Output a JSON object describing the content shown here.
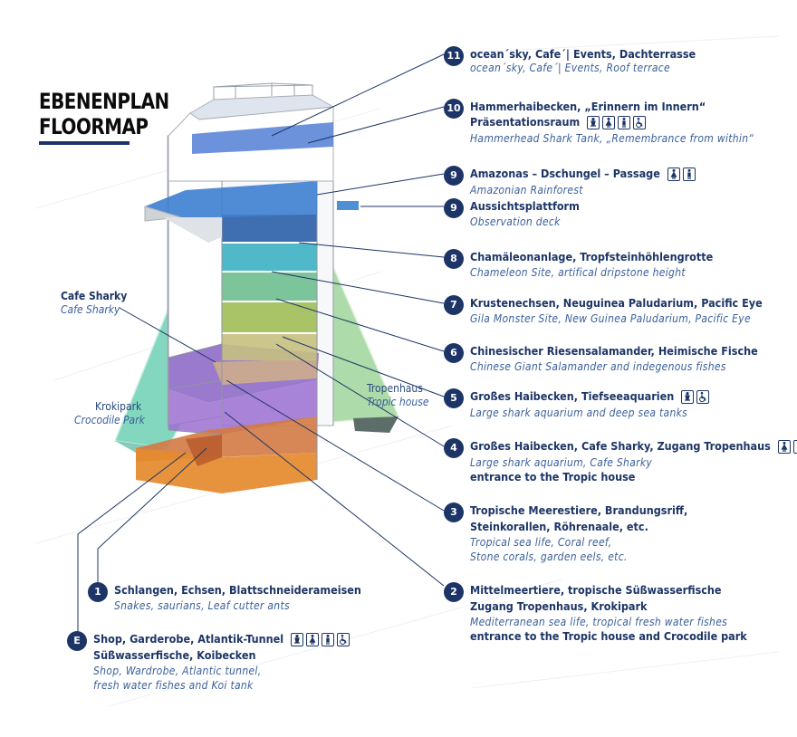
{
  "title": {
    "line1": "EBENENPLAN",
    "line2": "FLOORMAP"
  },
  "colors": {
    "navy": "#1d3566",
    "level_11": "#5b86d6",
    "level_9": "#3d7fd0",
    "level_8": "#4fb8c9",
    "level_7": "#7cc49a",
    "level_6": "#b6c765",
    "level_5": "#d0b087",
    "level_4": "#8f6cc8",
    "level_e": "#e58a2e",
    "crocodile_park": "#6dd0b4",
    "tropic_house": "#9fd59a"
  },
  "levels": [
    {
      "badge": "11",
      "de": "ocean´sky, Cafe´| Events, Dachterrasse",
      "en": [
        "ocean´sky, Cafe´| Events, Roof terrace"
      ],
      "icons": []
    },
    {
      "badge": "10",
      "de": "Hammerhaibecken, „Erinnern im Innern“",
      "de2": "Präsentationsraum",
      "en": [
        "Hammerhead Shark Tank, „Remembrance from within“"
      ],
      "icons": [
        "baby-changing-icon",
        "female-toilet-icon",
        "male-toilet-icon",
        "wheelchair-icon"
      ]
    },
    {
      "badge": "9",
      "de": "Amazonas – Dschungel – Passage",
      "en": [
        "Amazonian Rainforest"
      ],
      "icons": [
        "female-toilet-icon",
        "male-toilet-icon"
      ]
    },
    {
      "badge": "9",
      "de": "Aussichtsplattform",
      "en": [
        "Observation deck"
      ],
      "icons": []
    },
    {
      "badge": "8",
      "de": "Chamäleonanlage, Tropfsteinhöhlengrotte",
      "en": [
        "Chameleon Site, artifical dripstone height"
      ],
      "icons": []
    },
    {
      "badge": "7",
      "de": "Krustenechsen, Neuguinea Paludarium, Pacific Eye",
      "en": [
        "Gila Monster Site, New Guinea Paludarium, Pacific Eye"
      ],
      "icons": []
    },
    {
      "badge": "6",
      "de": "Chinesischer Riesensalamander, Heimische Fische",
      "en": [
        "Chinese Giant Salamander and indegenous fishes"
      ],
      "icons": []
    },
    {
      "badge": "5",
      "de": "Großes Haibecken, Tiefseeaquarien",
      "en": [
        "Large shark aquarium and deep sea tanks"
      ],
      "icons": [
        "baby-changing-icon",
        "wheelchair-icon"
      ]
    },
    {
      "badge": "4",
      "de": "Großes Haibecken, Cafe Sharky, Zugang Tropenhaus",
      "en": [
        "Large shark aquarium, Cafe Sharky"
      ],
      "en_bold": "entrance to the Tropic house",
      "icons": [
        "female-toilet-icon",
        "male-toilet-icon"
      ]
    },
    {
      "badge": "3",
      "de": "Tropische Meerestiere, Brandungsriff,",
      "de2": "Steinkorallen, Röhrenaale, etc.",
      "en": [
        "Tropical sea life, Coral reef,",
        "Stone corals, garden eels, etc."
      ],
      "icons": []
    },
    {
      "badge": "2",
      "de": "Mittelmeertiere, tropische Süßwasserfische",
      "de2": "Zugang Tropenhaus, Krokipark",
      "en": [
        "Mediterranean sea life, tropical fresh water fishes"
      ],
      "en_bold": "entrance to the Tropic house and Crocodile park",
      "icons": []
    },
    {
      "badge": "1",
      "de": "Schlangen, Echsen, Blattschneiderameisen",
      "en": [
        "Snakes, saurians, Leaf cutter ants"
      ],
      "icons": []
    },
    {
      "badge": "E",
      "de": "Shop, Garderobe, Atlantik-Tunnel",
      "de2": "Süßwasserfische, Koibecken",
      "en": [
        "Shop, Wardrobe, Atlantic tunnel,",
        "fresh water fishes and Koi tank"
      ],
      "icons": [
        "baby-changing-icon",
        "female-toilet-icon",
        "male-toilet-icon",
        "wheelchair-icon"
      ]
    }
  ],
  "areas": {
    "cafe_sharky": {
      "de": "Cafe Sharky",
      "en": "Cafe Sharky"
    },
    "krokipark": {
      "de": "Krokipark",
      "en": "Crocodile Park"
    },
    "tropenhaus": {
      "de": "Tropenhaus",
      "en": "Tropic house"
    }
  }
}
